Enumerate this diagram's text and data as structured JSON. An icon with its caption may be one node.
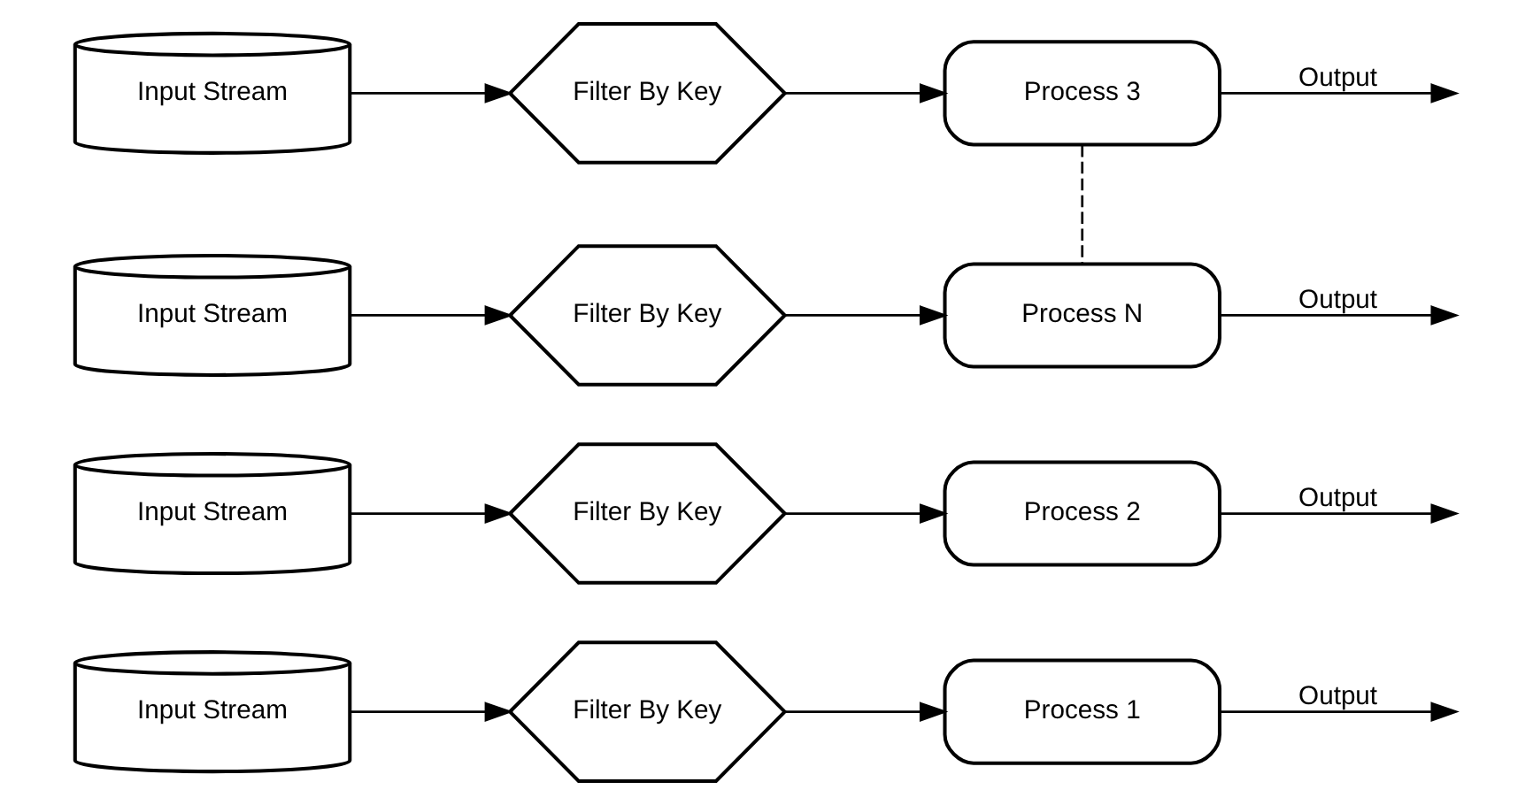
{
  "diagram": {
    "nodes": [
      {
        "text": [
          "Input Stream"
        ]
      },
      {
        "text": [
          "Filter By Key"
        ]
      },
      {
        "text": [
          "Process 1"
        ]
      },
      {
        "text": [
          "Input Stream"
        ]
      },
      {
        "text": [
          "Filter By Key"
        ]
      },
      {
        "text": [
          "Process 2"
        ]
      },
      {
        "text": [
          "Input Stream"
        ]
      },
      {
        "text": [
          "Filter By Key"
        ]
      },
      {
        "text": [
          "Process 3"
        ]
      },
      {
        "text": [
          "Input Stream"
        ]
      },
      {
        "text": [
          "Filter By Key"
        ]
      },
      {
        "text": [
          "Process N"
        ]
      }
    ],
    "edges": [
      {
        "from": 0,
        "to": 1,
        "arrow": "to"
      },
      {
        "from": 1,
        "to": 2,
        "arrow": "to"
      },
      {
        "from": 2,
        "to": null,
        "arrow": "to",
        "label": "Output"
      },
      {
        "from": 3,
        "to": 4,
        "arrow": "to"
      },
      {
        "from": 4,
        "to": 5,
        "arrow": "to"
      },
      {
        "from": 5,
        "to": null,
        "arrow": "to",
        "label": "Output"
      },
      {
        "from": 6,
        "to": 7,
        "arrow": "to"
      },
      {
        "from": 7,
        "to": 8,
        "arrow": "to"
      },
      {
        "from": 8,
        "to": null,
        "arrow": "to",
        "label": "Output"
      },
      {
        "from": 9,
        "to": 10,
        "arrow": "to"
      },
      {
        "from": 10,
        "to": 11,
        "arrow": "to"
      },
      {
        "from": 11,
        "to": null,
        "arrow": "to",
        "label": "Output"
      },
      {
        "from": 8,
        "to": 11,
        "arrow": "none",
        "style": "dashed"
      }
    ]
  }
}
